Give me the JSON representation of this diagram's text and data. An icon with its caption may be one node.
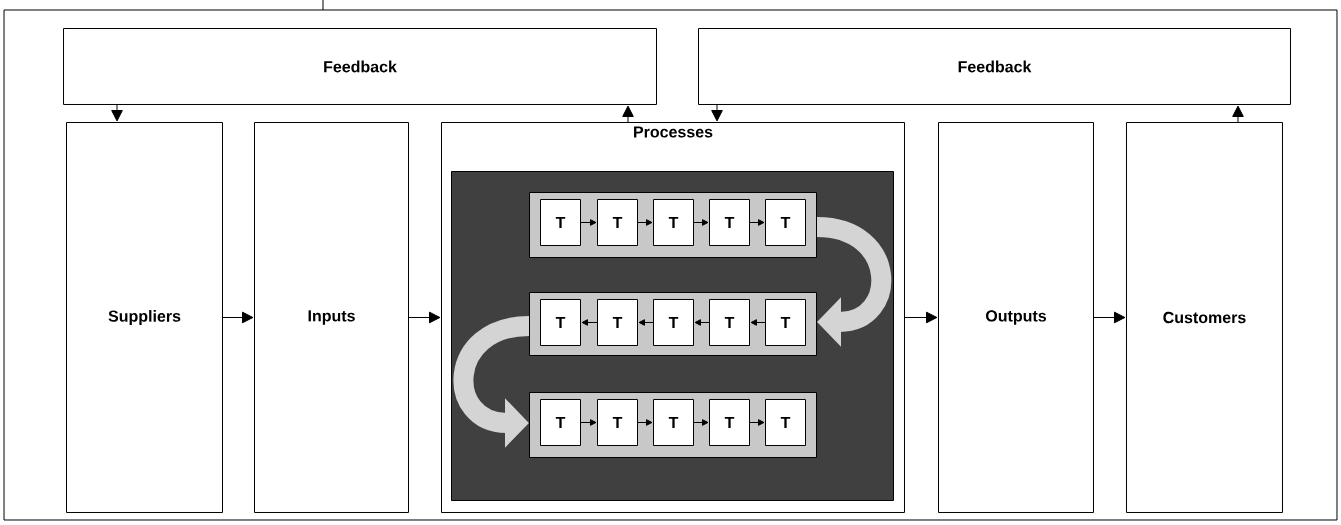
{
  "diagram": {
    "nodes": [
      {
        "text": [
          "Feedback"
        ]
      },
      {
        "text": [
          "Feedback"
        ]
      },
      {
        "text": [
          "Suppliers"
        ]
      },
      {
        "text": [
          "Inputs"
        ]
      },
      {
        "text": [
          "Processes"
        ]
      },
      {
        "text": [],
        "shape": "box",
        "in": 4
      },
      {
        "text": [],
        "shape": "box",
        "in": 5
      },
      {
        "text": [],
        "shape": "box",
        "in": 5
      },
      {
        "text": [],
        "shape": "box",
        "in": 5
      },
      {
        "text": [
          "T"
        ],
        "in": 6
      },
      {
        "text": [
          "T"
        ],
        "in": 6
      },
      {
        "text": [
          "T"
        ],
        "in": 6
      },
      {
        "text": [
          "T"
        ],
        "in": 6
      },
      {
        "text": [
          "T"
        ],
        "in": 6
      },
      {
        "text": [
          "T"
        ],
        "in": 7
      },
      {
        "text": [
          "T"
        ],
        "in": 7
      },
      {
        "text": [
          "T"
        ],
        "in": 7
      },
      {
        "text": [
          "T"
        ],
        "in": 7
      },
      {
        "text": [
          "T"
        ],
        "in": 7
      },
      {
        "text": [
          "T"
        ],
        "in": 8
      },
      {
        "text": [
          "T"
        ],
        "in": 8
      },
      {
        "text": [
          "T"
        ],
        "in": 8
      },
      {
        "text": [
          "T"
        ],
        "in": 8
      },
      {
        "text": [
          "T"
        ],
        "in": 8
      },
      {
        "text": [
          "Outputs"
        ]
      },
      {
        "text": [
          "Customers"
        ]
      }
    ],
    "edges": [
      {
        "from": 0,
        "to": 2,
        "arrow": "to"
      },
      {
        "from": 4,
        "to": 0,
        "arrow": "to"
      },
      {
        "from": 1,
        "to": 4,
        "arrow": "to"
      },
      {
        "from": 25,
        "to": 1,
        "arrow": "to"
      },
      {
        "from": 2,
        "to": 3,
        "arrow": "to"
      },
      {
        "from": 3,
        "to": 4,
        "arrow": "to"
      },
      {
        "from": 4,
        "to": 24,
        "arrow": "to"
      },
      {
        "from": 24,
        "to": 25,
        "arrow": "to"
      },
      {
        "from": 6,
        "to": 7,
        "arrow": "to",
        "style": "thick",
        "color": "#d4d4d4"
      },
      {
        "from": 7,
        "to": 8,
        "arrow": "to",
        "style": "thick",
        "color": "#d4d4d4"
      },
      {
        "from": 9,
        "to": 10,
        "arrow": "to"
      },
      {
        "from": 10,
        "to": 11,
        "arrow": "to"
      },
      {
        "from": 11,
        "to": 12,
        "arrow": "to"
      },
      {
        "from": 12,
        "to": 13,
        "arrow": "to"
      },
      {
        "from": 18,
        "to": 17,
        "arrow": "to"
      },
      {
        "from": 17,
        "to": 16,
        "arrow": "to"
      },
      {
        "from": 16,
        "to": 15,
        "arrow": "to"
      },
      {
        "from": 15,
        "to": 14,
        "arrow": "to"
      },
      {
        "from": 19,
        "to": 20,
        "arrow": "to"
      },
      {
        "from": 20,
        "to": 21,
        "arrow": "to"
      },
      {
        "from": 21,
        "to": 22,
        "arrow": "to"
      },
      {
        "from": 22,
        "to": 23,
        "arrow": "to"
      }
    ]
  }
}
